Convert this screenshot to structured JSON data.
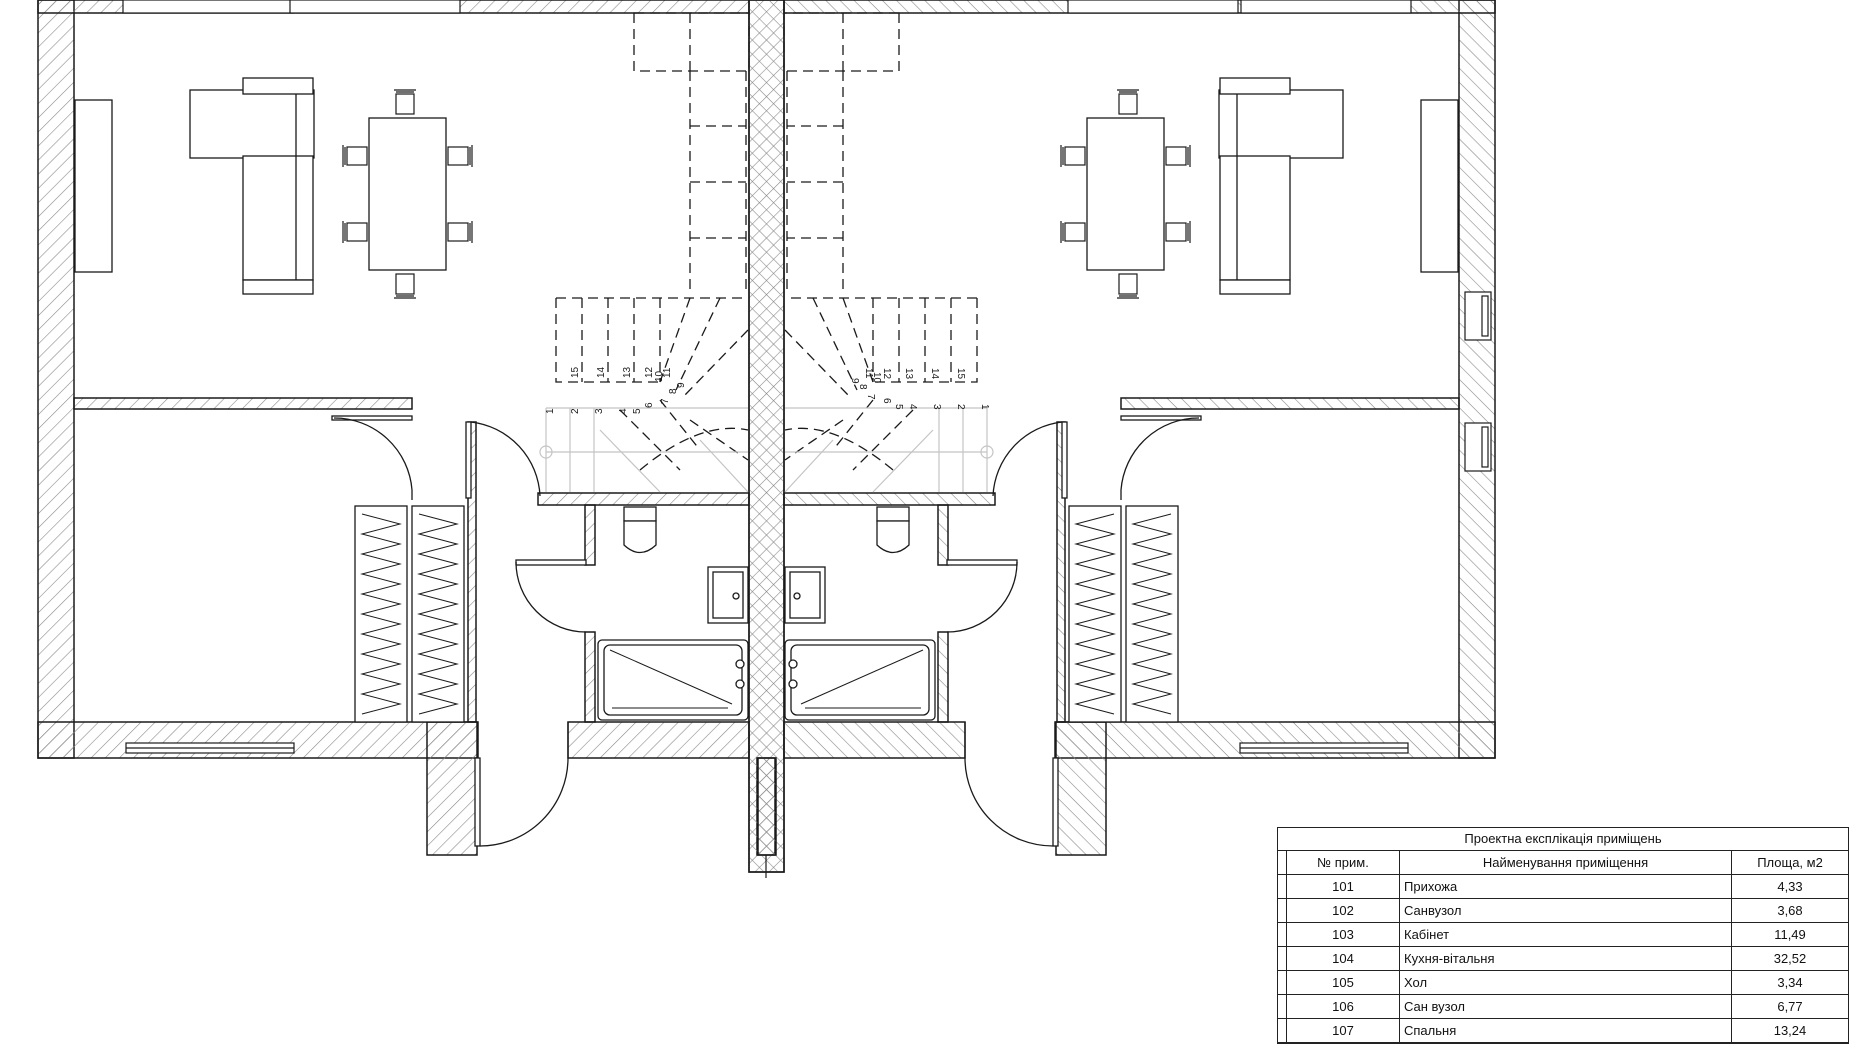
{
  "legend": {
    "title": "Проектна експлікація приміщень",
    "headers": {
      "num": "№ прим.",
      "name": "Найменування приміщення",
      "area": "Площа, м2"
    },
    "rows": [
      {
        "num": "101",
        "name": "Прихожа",
        "area": "4,33"
      },
      {
        "num": "102",
        "name": "Санвузол",
        "area": "3,68"
      },
      {
        "num": "103",
        "name": "Кабінет",
        "area": "11,49"
      },
      {
        "num": "104",
        "name": "Кухня-вітальня",
        "area": "32,52"
      },
      {
        "num": "105",
        "name": "Хол",
        "area": "3,34"
      },
      {
        "num": "106",
        "name": "Сан вузол",
        "area": "6,77"
      },
      {
        "num": "107",
        "name": "Спальня",
        "area": "13,24"
      }
    ]
  },
  "stairs": {
    "left_steps": [
      "1",
      "2",
      "3",
      "4",
      "5",
      "6",
      "7",
      "8",
      "9",
      "10",
      "11",
      "12",
      "13",
      "14",
      "15"
    ],
    "right_steps": [
      "1",
      "2",
      "3",
      "4",
      "5",
      "6",
      "7",
      "8",
      "9",
      "10",
      "11",
      "12",
      "13",
      "14",
      "15"
    ]
  },
  "colors": {
    "line": "#1a1a1a",
    "hatch": "#888888",
    "stair_light": "#c4c4c4"
  }
}
